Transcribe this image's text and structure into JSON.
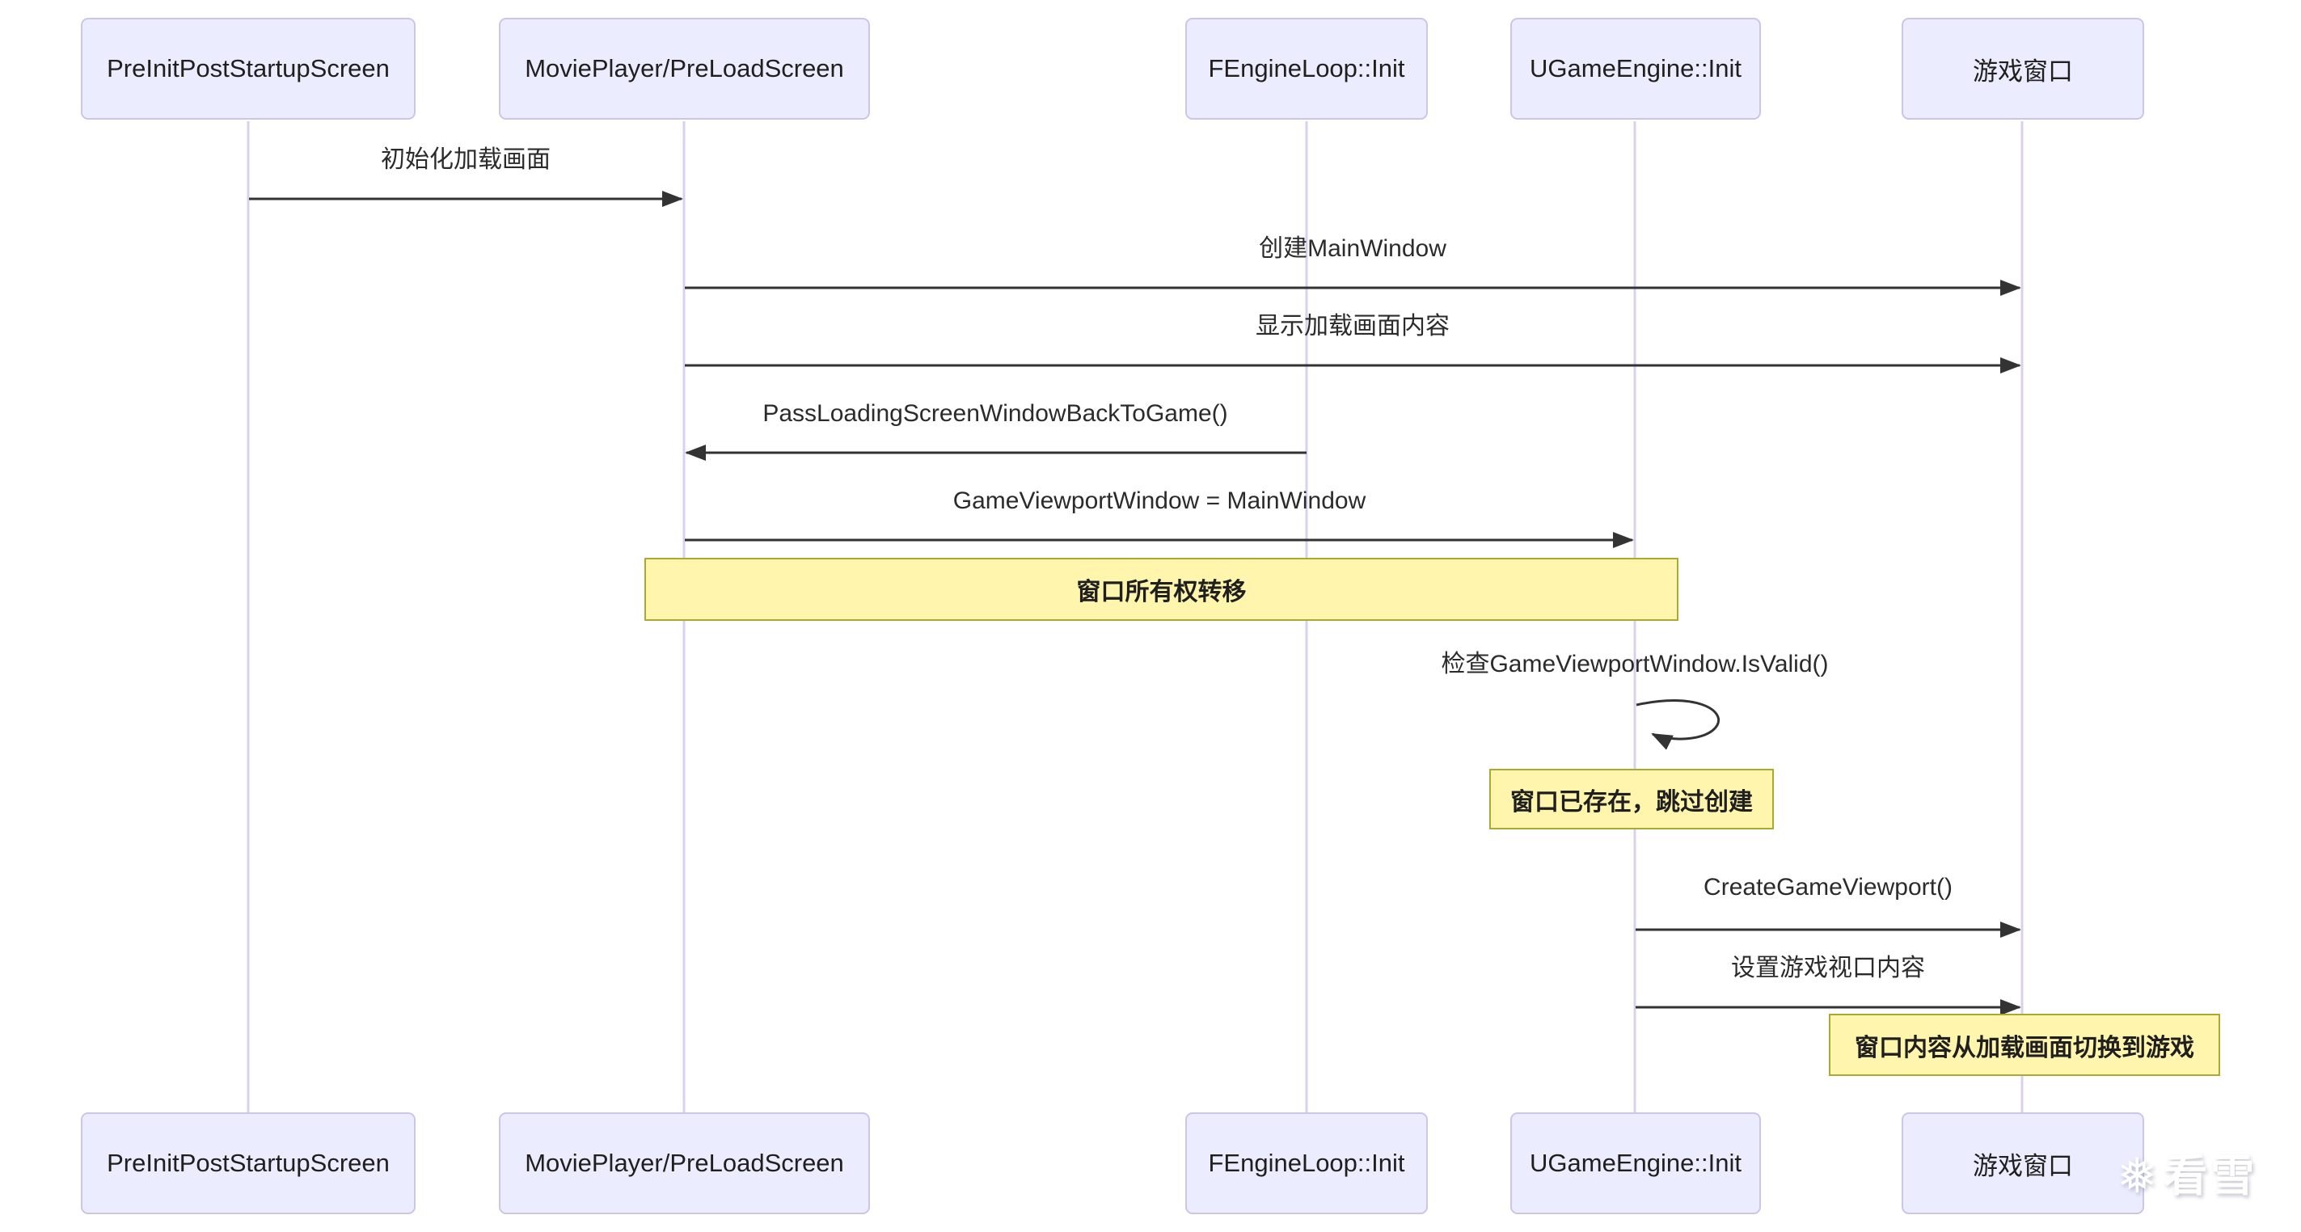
{
  "diagram": {
    "kind": "sequence-diagram",
    "topic": "UE loading-screen window handoff"
  },
  "actors": [
    {
      "label": "PreInitPostStartupScreen"
    },
    {
      "label": "MoviePlayer/PreLoadScreen"
    },
    {
      "label": "FEngineLoop::Init"
    },
    {
      "label": "UGameEngine::Init"
    },
    {
      "label": "游戏窗口"
    }
  ],
  "messages": [
    {
      "text": "初始化加载画面",
      "from": "PreInitPostStartupScreen",
      "to": "MoviePlayer/PreLoadScreen",
      "direction": "right"
    },
    {
      "text": "创建MainWindow",
      "from": "MoviePlayer/PreLoadScreen",
      "to": "游戏窗口",
      "direction": "right"
    },
    {
      "text": "显示加载画面内容",
      "from": "MoviePlayer/PreLoadScreen",
      "to": "游戏窗口",
      "direction": "right"
    },
    {
      "text": "PassLoadingScreenWindowBackToGame()",
      "from": "FEngineLoop::Init",
      "to": "MoviePlayer/PreLoadScreen",
      "direction": "left"
    },
    {
      "text": "GameViewportWindow = MainWindow",
      "from": "MoviePlayer/PreLoadScreen",
      "to": "UGameEngine::Init",
      "direction": "right"
    },
    {
      "text": "检查GameViewportWindow.IsValid()",
      "from": "UGameEngine::Init",
      "to": "UGameEngine::Init",
      "direction": "self"
    },
    {
      "text": "CreateGameViewport()",
      "from": "UGameEngine::Init",
      "to": "游戏窗口",
      "direction": "right"
    },
    {
      "text": "设置游戏视口内容",
      "from": "UGameEngine::Init",
      "to": "游戏窗口",
      "direction": "right"
    }
  ],
  "notes": [
    {
      "text": "窗口所有权转移",
      "over": "MoviePlayer/PreLoadScreen , UGameEngine::Init"
    },
    {
      "text": "窗口已存在，跳过创建",
      "over": "UGameEngine::Init"
    },
    {
      "text": "窗口内容从加载画面切换到游戏",
      "over": "游戏窗口"
    }
  ],
  "watermark": {
    "icon": "snowflake-icon",
    "text": "看雪"
  },
  "colors": {
    "actor_fill": "#ECECFF",
    "actor_border": "#CBC5E8",
    "note_fill": "#FFF5AD",
    "note_border": "#AAAA33",
    "message_line": "#333333",
    "lifeline": "#D8D0EE",
    "text": "#1F1F1F",
    "background": "#FFFFFF"
  }
}
